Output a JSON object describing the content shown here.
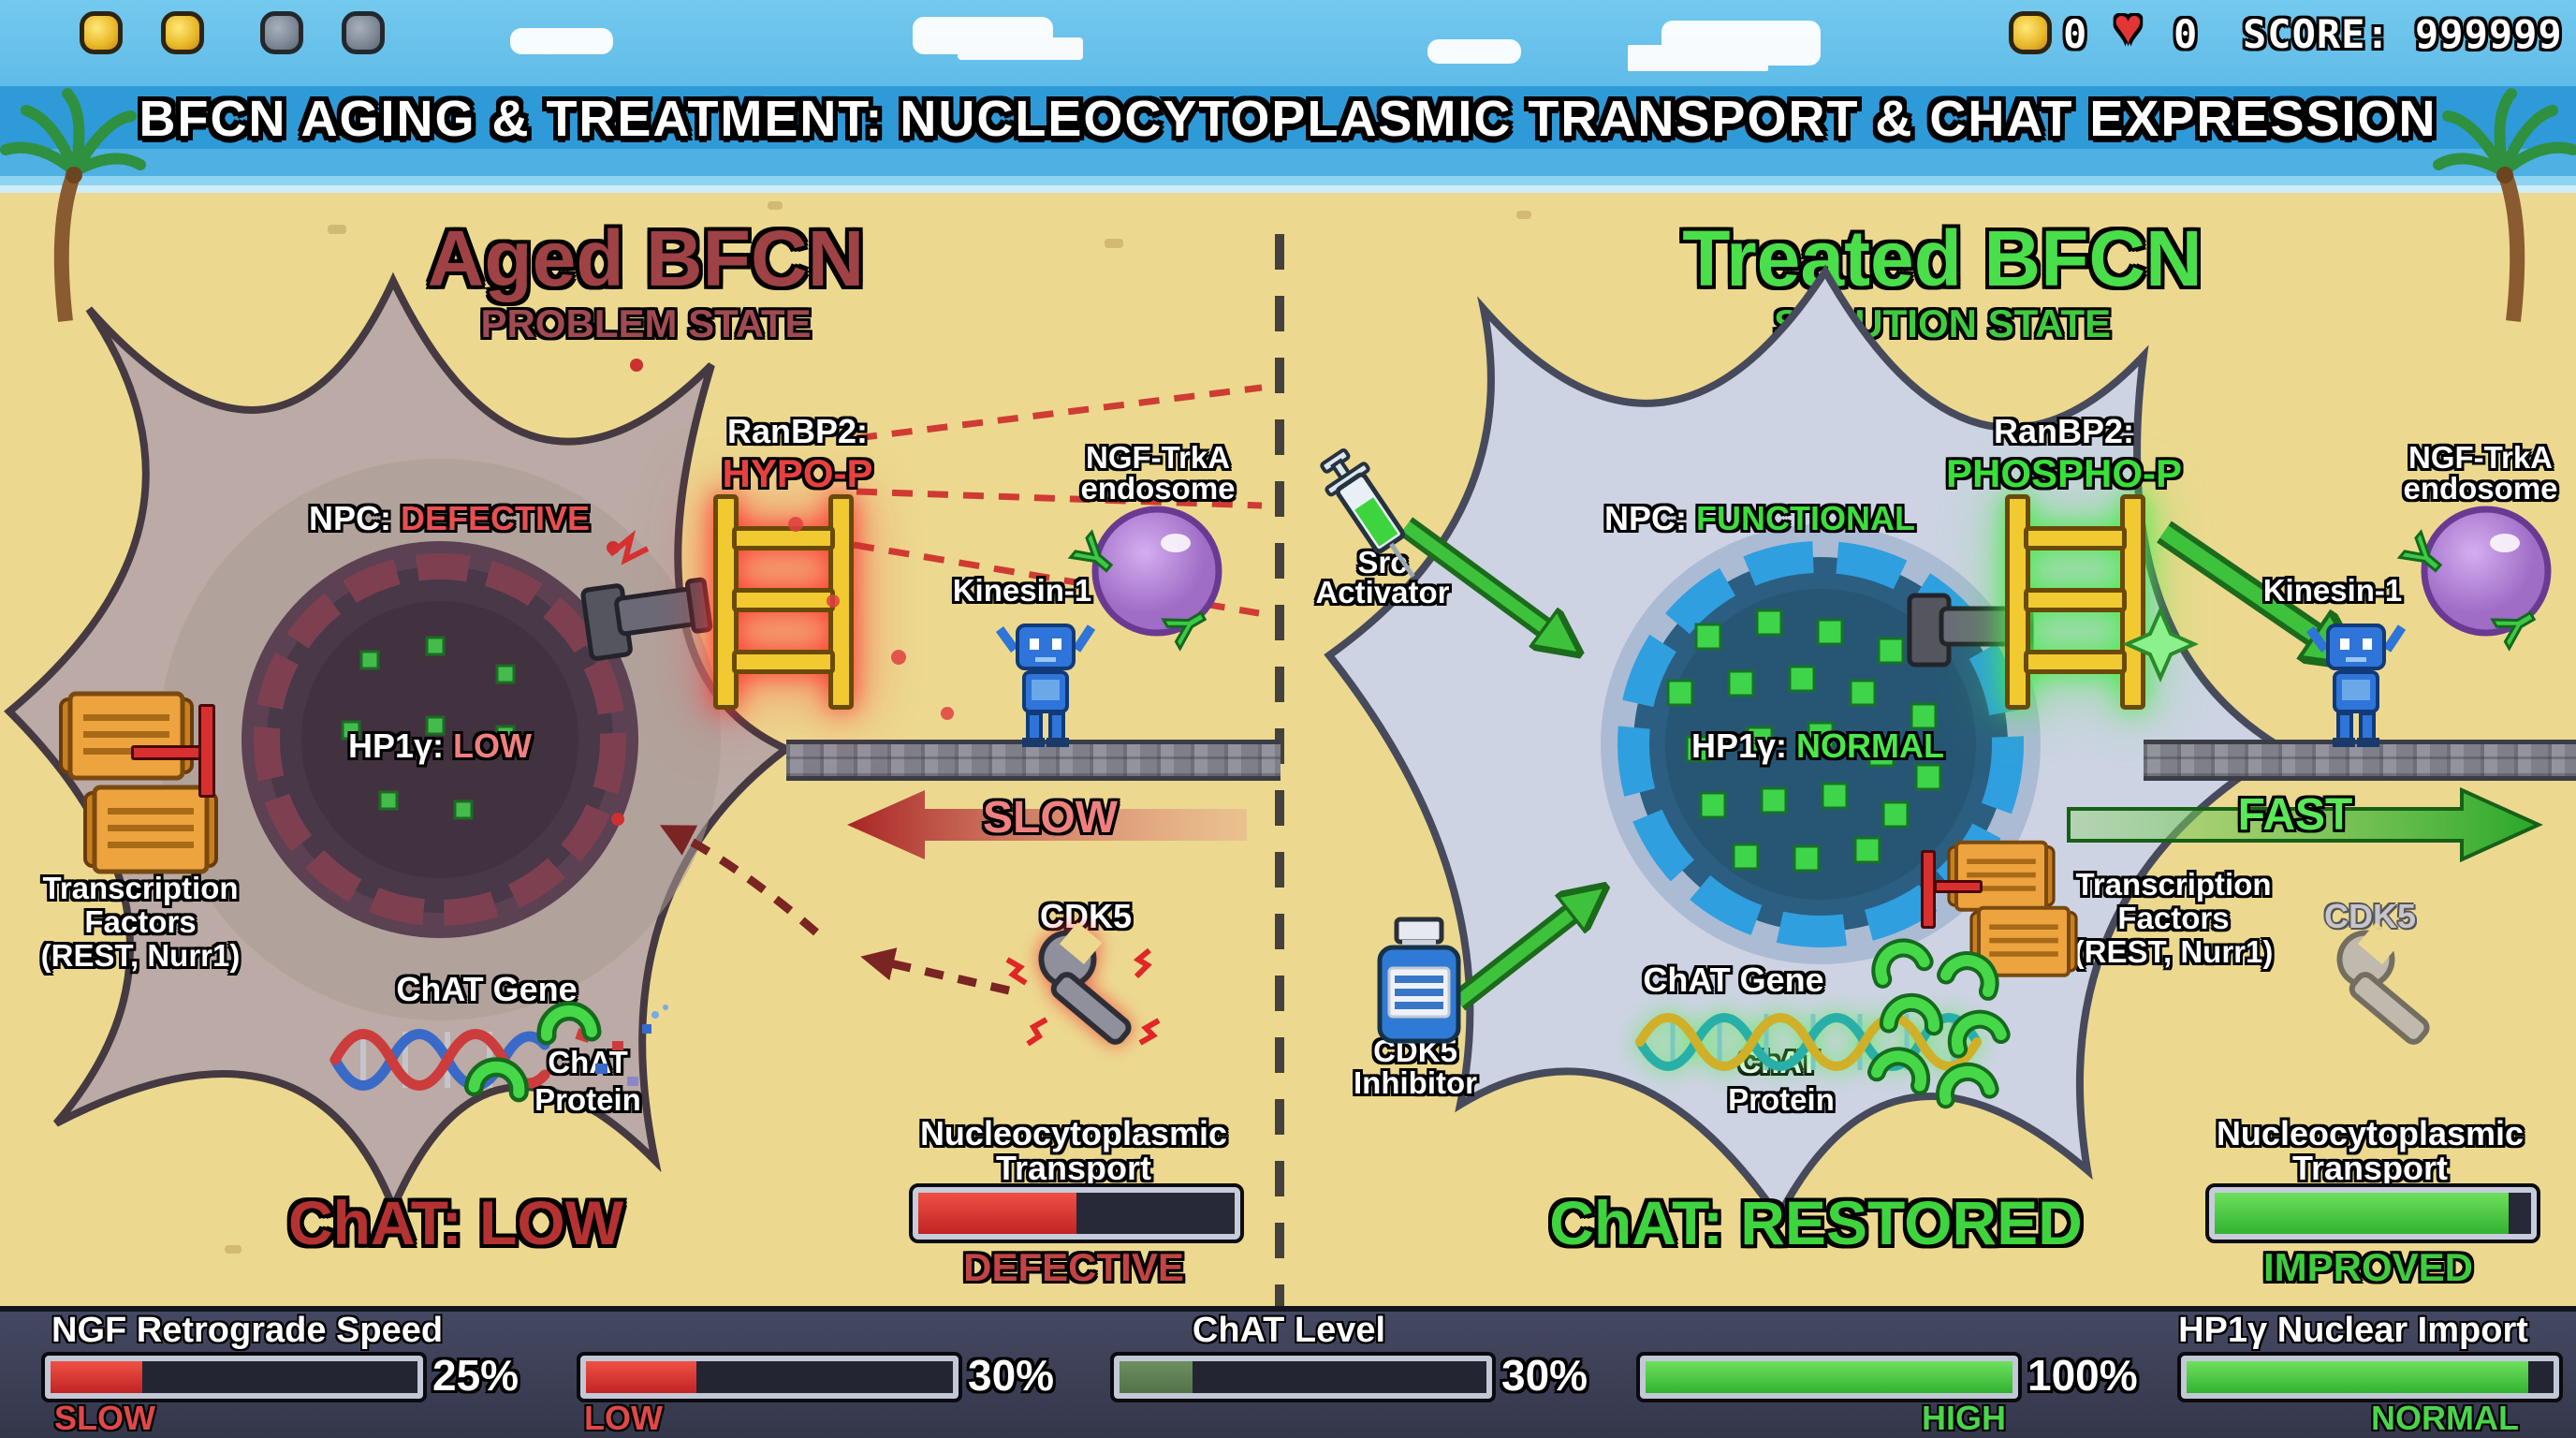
{
  "hud": {
    "coin_count": "0",
    "life_count": "0",
    "score": "SCORE: 999999"
  },
  "banner": {
    "title": "BFCN AGING & TREATMENT: NUCLEOCYTOPLASMIC TRANSPORT & CHAT EXPRESSION"
  },
  "aged": {
    "title": "Aged BFCN",
    "subtitle": "PROBLEM STATE",
    "npc_label": "NPC:",
    "npc_status": "DEFECTIVE",
    "ranbp2_label": "RanBP2:",
    "ranbp2_status": "HYPO-P",
    "hp1g_label": "HP1γ:",
    "hp1g_status": "LOW",
    "kinesin": "Kinesin-1",
    "endo1": "NGF-TrkA",
    "endo2": "endosome",
    "speed": "SLOW",
    "cdk5": "CDK5",
    "tf1": "Transcription",
    "tf2": "Factors",
    "tf3": "(REST, Nurr1)",
    "gene": "ChAT Gene",
    "prot1": "ChAT",
    "prot2": "Protein",
    "tr1": "Nucleocytoplasmic",
    "tr2": "Transport",
    "tr_status": "DEFECTIVE",
    "tr_pct": 50,
    "summary": "ChAT: LOW"
  },
  "treated": {
    "title": "Treated BFCN",
    "subtitle": "SOLUTION STATE",
    "npc_label": "NPC:",
    "npc_status": "FUNCTIONAL",
    "ranbp2_label": "RanBP2:",
    "ranbp2_status": "PHOSPHO-P",
    "hp1g_label": "HP1γ:",
    "hp1g_status": "NORMAL",
    "kinesin": "Kinesin-1",
    "endo1": "NGF-TrkA",
    "endo2": "endosome",
    "speed": "FAST",
    "src1": "Src",
    "src2": "Activator",
    "inh1": "CDK5",
    "inh2": "Inhibitor",
    "cdk5": "CDK5",
    "tf1": "Transcription",
    "tf2": "Factors",
    "tf3": "(REST, Nurr1)",
    "gene": "ChAT Gene",
    "prot1": "ChAT",
    "prot2": "Protein",
    "tr1": "Nucleocytoplasmic",
    "tr2": "Transport",
    "tr_status": "IMPROVED",
    "tr_pct": 93,
    "summary": "ChAT: RESTORED"
  },
  "stats": {
    "bars": [
      {
        "title": "NGF Retrograde Speed",
        "pct": 25,
        "value": "25%",
        "status": "SLOW"
      },
      {
        "title": "",
        "pct": 30,
        "value": "30%",
        "status": "LOW"
      },
      {
        "title": "ChAT Level",
        "pct": 20,
        "value": "30%",
        "status": ""
      },
      {
        "title": "",
        "pct": 100,
        "value": "100%",
        "status": "HIGH"
      },
      {
        "title": "HP1γ Nuclear Import",
        "pct": 93,
        "value": "",
        "status": "NORMAL"
      }
    ]
  },
  "colors": {
    "sky": "#6fc6ea",
    "ocean": "#2f9ad8",
    "sand": "#ecd98f",
    "hud_bg": "#3d4054",
    "accent_red": "#c03434",
    "accent_green": "#3ed43e",
    "gold_ladder": "#f0ca30",
    "bar_red": "#e03838",
    "bar_green": "#4ad44a",
    "bar_olive": "#5c7f55",
    "aged_neuron": "#bbaaa5",
    "treated_neuron": "#cdd3e3",
    "aged_nucleus": "#483848",
    "treated_nucleus": "#2b5e80",
    "npc_ring_blue": "#2f9fe0"
  }
}
